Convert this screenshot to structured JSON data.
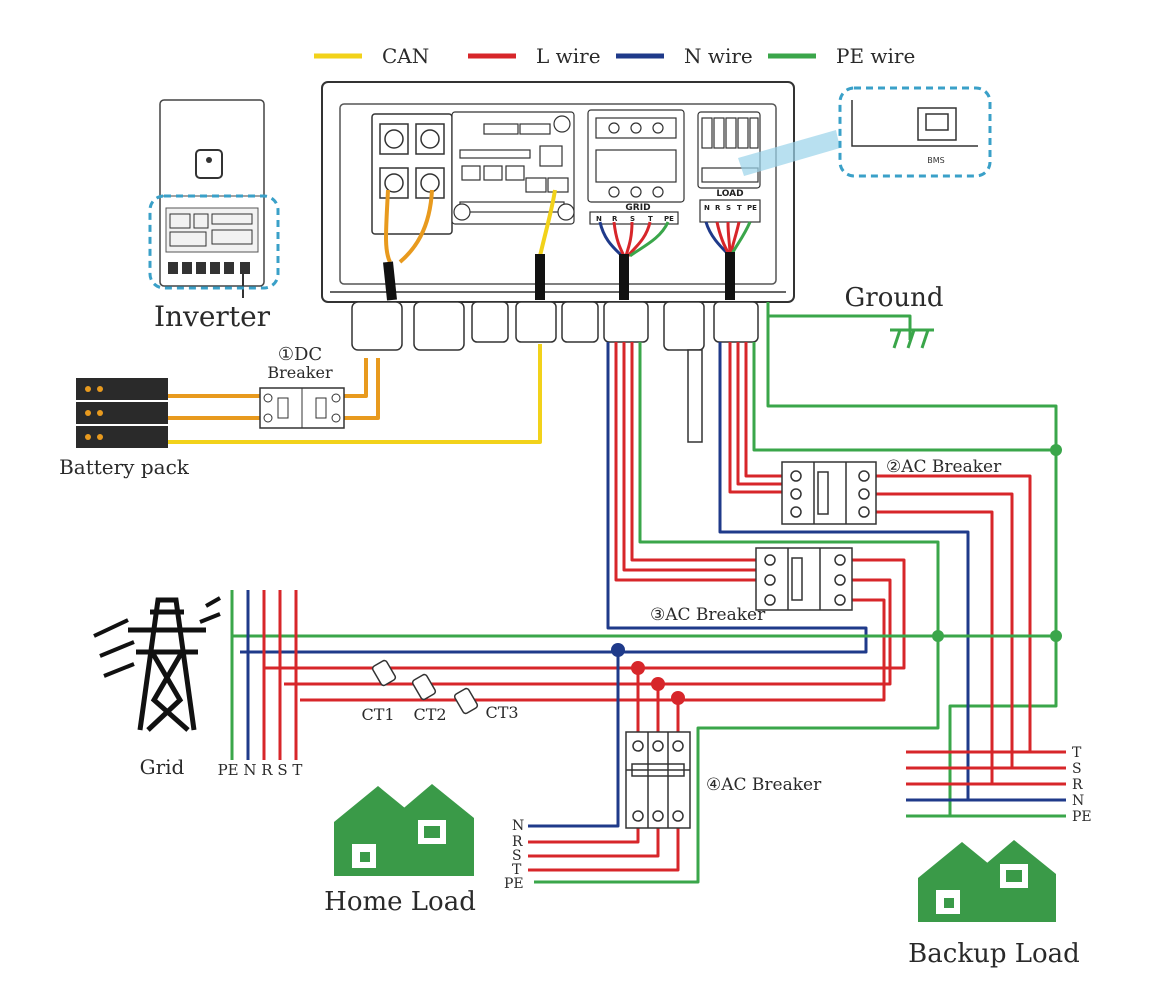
{
  "legend": {
    "items": [
      {
        "label": "CAN",
        "color": "#f2d21a"
      },
      {
        "label": "L wire",
        "color": "#d7262a"
      },
      {
        "label": "N wire",
        "color": "#1f3a8a"
      },
      {
        "label": "PE wire",
        "color": "#3aa64a"
      }
    ]
  },
  "labels": {
    "inverter": "Inverter",
    "dc_breaker_1": "①DC",
    "dc_breaker_2": "Breaker",
    "battery_pack": "Battery pack",
    "ground": "Ground",
    "ac_breaker_2": "②AC Breaker",
    "ac_breaker_3": "③AC Breaker",
    "ac_breaker_4": "④AC Breaker",
    "grid": "Grid",
    "grid_terminals": "PE N R S T",
    "ct1": "CT1",
    "ct2": "CT2",
    "ct3": "CT3",
    "home_load": "Home Load",
    "backup_load": "Backup Load",
    "bms": "BMS",
    "grid_block": "GRID",
    "load_block": "LOAD",
    "grid_terms": [
      "N",
      "R",
      "S",
      "T",
      "PE"
    ],
    "load_terms": [
      "N",
      "R",
      "S",
      "T",
      "PE"
    ],
    "home_terms": [
      "N",
      "R",
      "S",
      "T",
      "PE"
    ],
    "backup_terms": [
      "T",
      "S",
      "R",
      "N",
      "PE"
    ]
  },
  "colors": {
    "can": "#f2d21a",
    "battery_wire": "#e89a1e",
    "l_wire": "#d7262a",
    "n_wire": "#1f3a8a",
    "pe_wire": "#3aa64a",
    "house": "#3a9a48",
    "callout": "#3aa0c8"
  }
}
